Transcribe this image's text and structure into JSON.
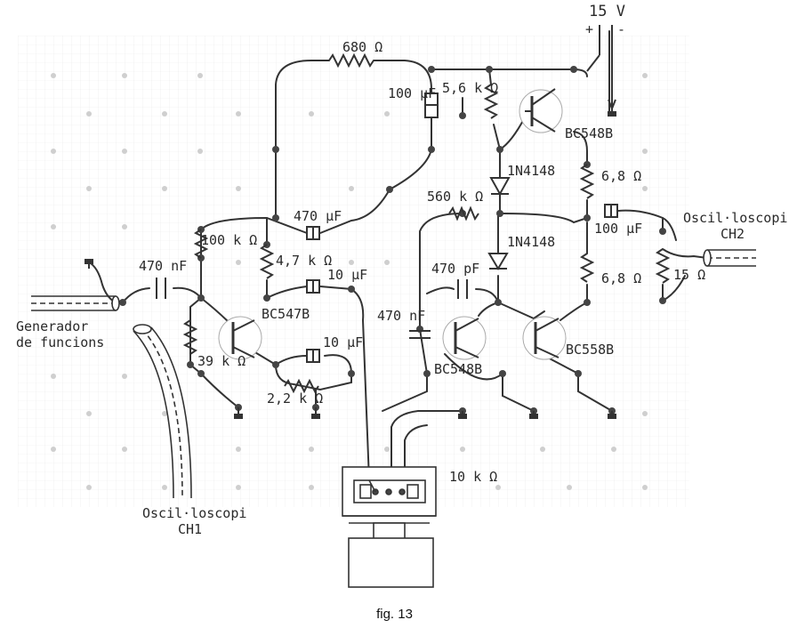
{
  "caption": "fig. 13",
  "supply": {
    "voltage": "15 V",
    "plus": "+",
    "minus": "-"
  },
  "io": {
    "generator_line1": "Generador",
    "generator_line2": "de funcions",
    "scope_ch1_line1": "Oscil·loscopi",
    "scope_ch1_line2": "CH1",
    "scope_ch2_line1": "Oscil·loscopi",
    "scope_ch2_line2": "CH2"
  },
  "components": {
    "r_680": "680 Ω",
    "c_100u_top": "100 µF",
    "r_5k6": "5,6 k Ω",
    "q_bc548b_top": "BC548B",
    "d_1n4148_a": "1N4148",
    "r_6r8_a": "6,8 Ω",
    "r_560k": "560 k Ω",
    "c_470u": "470 µF",
    "c_100u_out": "100 µF",
    "r_100k": "100 k Ω",
    "c_470n_in": "470 nF",
    "r_4k7": "4,7 k Ω",
    "c_10u_a": "10 µF",
    "d_1n4148_b": "1N4148",
    "c_470p": "470 pF",
    "r_6r8_b": "6,8 Ω",
    "r_15": "15 Ω",
    "q_bc547b": "BC547B",
    "c_470n_mid": "470 nF",
    "c_10u_b": "10 µF",
    "r_39k": "39 k Ω",
    "r_2k2": "2,2 k Ω",
    "q_bc548b_bot": "BC548B",
    "q_bc558b": "BC558B",
    "pot_10k": "10 k Ω"
  }
}
